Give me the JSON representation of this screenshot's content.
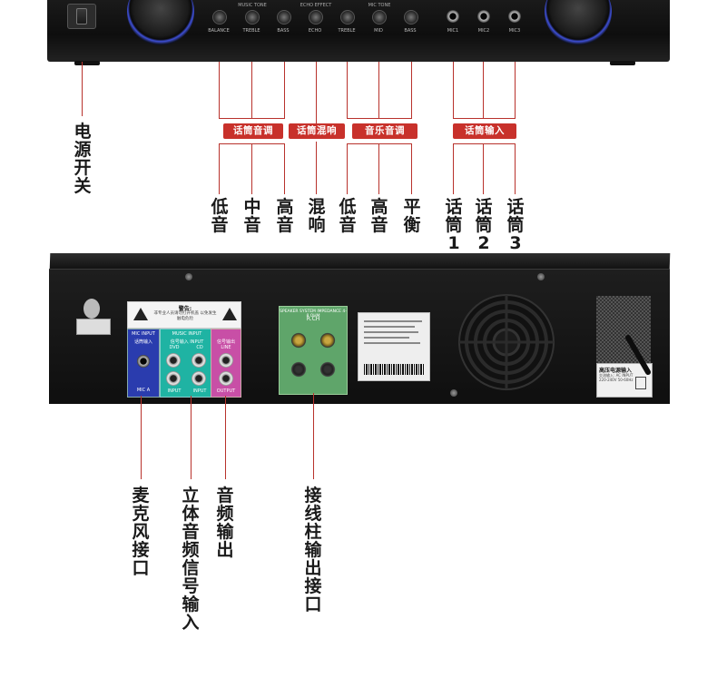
{
  "front_panel": {
    "group_labels": [
      "MUSIC TONE",
      "ECHO EFFECT",
      "MIC TONE"
    ],
    "knob_labels": [
      "BALANCE",
      "TREBLE",
      "BASS",
      "ECHO",
      "TREBLE",
      "MID",
      "BASS"
    ],
    "jack_labels": [
      "MIC1",
      "MIC2",
      "MIC3"
    ]
  },
  "callouts_top": {
    "power_switch": "电源开关",
    "badges": [
      "话筒音调",
      "话筒混响",
      "音乐音调",
      "话筒输入"
    ],
    "labels": [
      "低音",
      "中音",
      "高音",
      "混响",
      "低音",
      "高音",
      "平衡",
      "话筒1",
      "话筒2",
      "话筒3"
    ]
  },
  "rear_panel": {
    "warning_title": "警告:",
    "warning_text": "非专业人员请勿打开机盖 以免发生触电危险",
    "mic_panel_title": "MIC INPUT",
    "mic_panel_sub": "话筒输入",
    "mic_panel_bottom": "MIC A",
    "music_panel_title": "MUSIC INPUT",
    "music_panel_sub": "信号输入 INPUT",
    "music_panel_cols": [
      "DVD",
      "CD"
    ],
    "music_panel_bottom": [
      "INPUT",
      "INPUT"
    ],
    "out_panel_sub": "信号输出 LINE",
    "out_panel_bottom": "OUTPUT",
    "speaker_title": "SPEAKER SYSTEM IMPEDANCE 4-8 OHM",
    "speaker_channel": "R.CH",
    "power_input_label": "高压电源输入",
    "power_input_sub": "交流输入: AC INPUT 220-240V 50-60Hz"
  },
  "callouts_bottom": {
    "labels": [
      "麦克风接口",
      "立体音频信号输入",
      "音频输出",
      "接线柱输出接口"
    ]
  },
  "colors": {
    "accent_red": "#c8312b",
    "knob_ring": "#3e4fd6",
    "mic_panel": "#2a3cae",
    "music_panel": "#1fb3a3",
    "output_panel": "#c84fa6",
    "speaker_panel": "#5fa56a"
  }
}
